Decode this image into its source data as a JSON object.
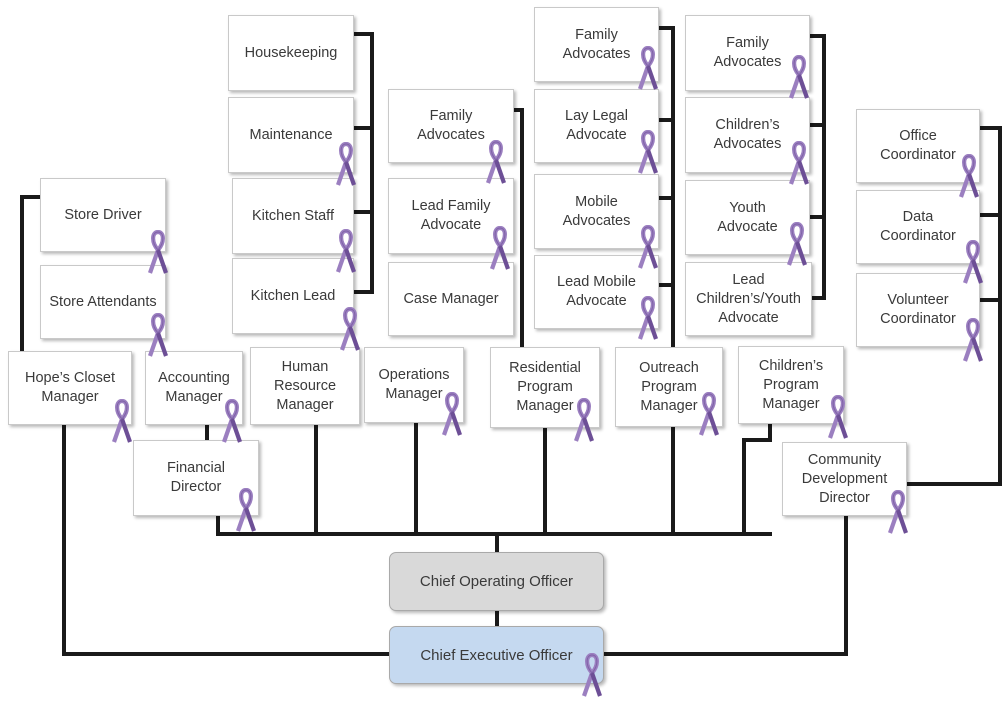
{
  "nodes": {
    "store_driver": "Store Driver",
    "store_attendants": "Store Attendants",
    "hopes_closet_manager": "Hope’s Closet\nManager",
    "accounting_manager": "Accounting\nManager",
    "financial_director": "Financial\nDirector",
    "housekeeping": "Housekeeping",
    "maintenance": "Maintenance",
    "kitchen_staff": "Kitchen Staff",
    "kitchen_lead": "Kitchen Lead",
    "hr_manager": "Human\nResource\nManager",
    "family_advocates_ops": "Family\nAdvocates",
    "lead_family_advocate": "Lead Family\nAdvocate",
    "case_manager": "Case Manager",
    "operations_manager": "Operations\nManager",
    "family_advocates_res": "Family\nAdvocates",
    "lay_legal_advocate": "Lay Legal\nAdvocate",
    "mobile_advocates": "Mobile\nAdvocates",
    "lead_mobile_advocate": "Lead Mobile\nAdvocate",
    "residential_program_manager": "Residential\nProgram\nManager",
    "outreach_program_manager": "Outreach\nProgram\nManager",
    "family_advocates_ch": "Family\nAdvocates",
    "childrens_advocates": "Children’s\nAdvocates",
    "youth_advocate": "Youth\nAdvocate",
    "lead_childrens_youth_advocate": "Lead\nChildren’s/Youth\nAdvocate",
    "childrens_program_manager": "Children’s\nProgram\nManager",
    "office_coordinator": "Office\nCoordinator",
    "data_coordinator": "Data\nCoordinator",
    "volunteer_coordinator": "Volunteer\nCoordinator",
    "community_development_director": "Community\nDevelopment\nDirector",
    "coo": "Chief Operating Officer",
    "ceo": "Chief Executive Officer"
  },
  "colors": {
    "ribbon": "#9b7fc0",
    "ribbon_dark": "#6d4f96",
    "coo_fill": "#d9d9d9",
    "ceo_fill": "#c5d9f0",
    "connector": "#1a1a1a"
  },
  "icons": {
    "ribbon": "awareness-ribbon-icon"
  }
}
